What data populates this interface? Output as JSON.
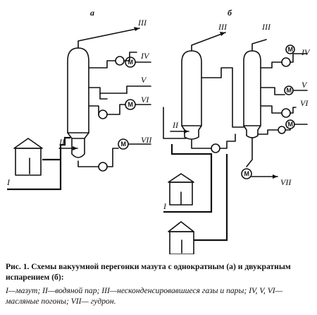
{
  "figure": {
    "panel_a_label": "а",
    "panel_b_label": "б",
    "pump_letter": "M",
    "streams": {
      "I": "I",
      "II": "II",
      "III": "III",
      "IV": "IV",
      "V": "V",
      "VI": "VI",
      "VII": "VII"
    }
  },
  "caption": {
    "title": "Рис.  1. Схемы вакуумной перегонки мазута с однократным (а) и двукратным испарением (б):",
    "legend": "I—мазут; II—водяной пар; III—несконденсировавшиеся газы и пары; IV, V, VI— масляные погоны; VII— гудрон."
  }
}
